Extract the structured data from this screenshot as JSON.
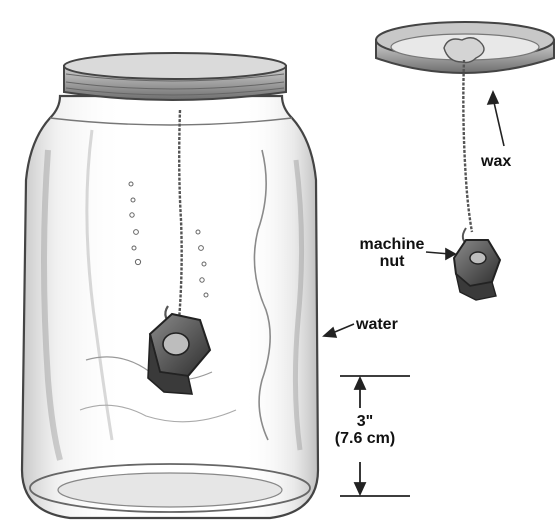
{
  "labels": {
    "wax": "wax",
    "machine_nut_line1": "machine",
    "machine_nut_line2": "nut",
    "water": "water",
    "height_inches": "3\"",
    "height_cm": "(7.6 cm)"
  },
  "illustration": {
    "style": "pencil sketch",
    "objects": [
      "jar-with-lid",
      "suspended-machine-nut-in-jar",
      "separate-lid-with-wax-and-string",
      "hanging-machine-nut"
    ]
  },
  "colors": {
    "ink": "#111111",
    "pencil_dark": "#333333",
    "pencil_mid": "#777777",
    "pencil_light": "#b5b5b5",
    "nut_shade": "#4a4a4a"
  }
}
